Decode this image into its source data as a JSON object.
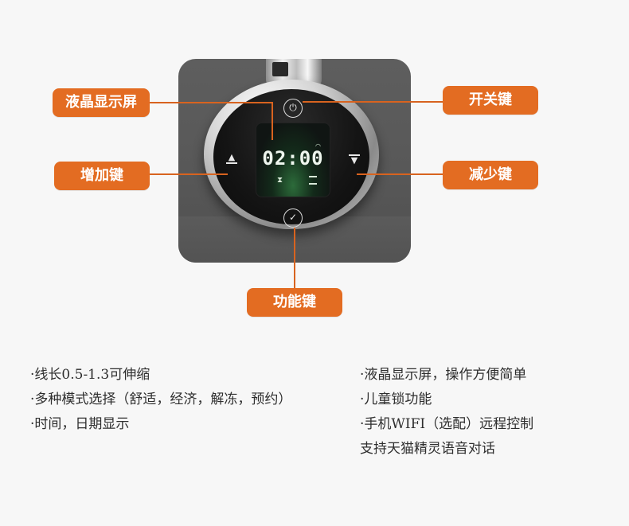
{
  "device": {
    "lcd_time": "02:00",
    "power_icon": "power-icon",
    "confirm_icon": "check-icon",
    "increase_icon": "triangle-up-icon",
    "decrease_icon": "triangle-down-icon",
    "wifi_icon": "wifi-icon",
    "timer_icon": "hourglass-icon"
  },
  "callouts": {
    "lcd": "液晶显示屏",
    "power": "开关键",
    "increase": "增加键",
    "decrease": "减少键",
    "function": "功能键"
  },
  "features": {
    "left": [
      "·线长0.5-1.3可伸缩",
      "·多种模式选择（舒适，经济，解冻，预约）",
      "·时间，日期显示"
    ],
    "right": [
      "·液晶显示屏，操作方便简单",
      "·儿童锁功能",
      "·手机WIFI（选配）远程控制",
      "支持天猫精灵语音对话"
    ]
  },
  "colors": {
    "accent": "#e36c22",
    "text": "#2e2e2e",
    "background": "#f7f7f7"
  }
}
